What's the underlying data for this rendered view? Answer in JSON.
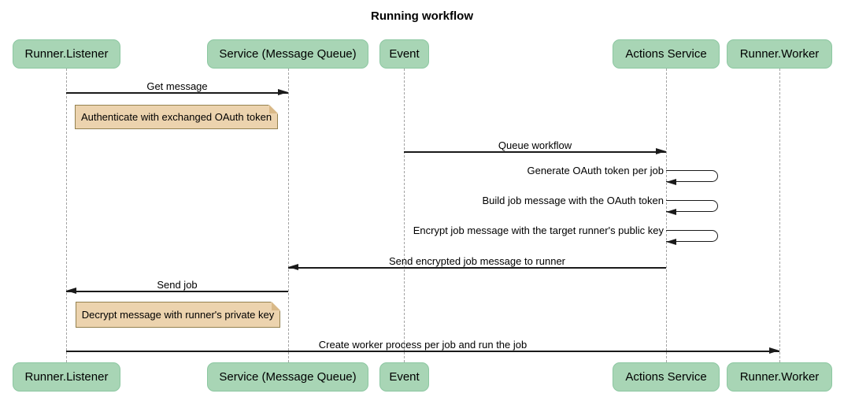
{
  "title": "Running workflow",
  "participants": [
    {
      "id": "runner-listener",
      "label": "Runner.Listener"
    },
    {
      "id": "service-message-queue",
      "label": "Service (Message Queue)"
    },
    {
      "id": "event",
      "label": "Event"
    },
    {
      "id": "actions-service",
      "label": "Actions Service"
    },
    {
      "id": "runner-worker",
      "label": "Runner.Worker"
    }
  ],
  "messages": [
    {
      "from": "Runner.Listener",
      "to": "Service (Message Queue)",
      "kind": "solid-arrow",
      "label": "Get message"
    },
    {
      "from": "Event",
      "to": "Actions Service",
      "kind": "solid-arrow",
      "label": "Queue workflow"
    },
    {
      "from": "Actions Service",
      "to": "Actions Service",
      "kind": "self-loop",
      "label": "Generate OAuth token per job"
    },
    {
      "from": "Actions Service",
      "to": "Actions Service",
      "kind": "self-loop",
      "label": "Build job message with the OAuth token"
    },
    {
      "from": "Actions Service",
      "to": "Actions Service",
      "kind": "self-loop",
      "label": "Encrypt job message with the target runner's public key"
    },
    {
      "from": "Actions Service",
      "to": "Service (Message Queue)",
      "kind": "solid-arrow",
      "label": "Send encrypted job message to runner"
    },
    {
      "from": "Service (Message Queue)",
      "to": "Runner.Listener",
      "kind": "solid-arrow",
      "label": "Send job"
    },
    {
      "from": "Runner.Listener",
      "to": "Runner.Worker",
      "kind": "solid-arrow",
      "label": "Create worker process per job and run the job"
    }
  ],
  "notes": [
    {
      "anchor": "Runner.Listener",
      "position": "right-of",
      "label": "Authenticate with exchanged OAuth token"
    },
    {
      "anchor": "Runner.Listener",
      "position": "right-of",
      "label": "Decrypt message with runner's private key"
    }
  ],
  "colors": {
    "actorFill": "#a8d5b5",
    "actorBorder": "#8cc7a1",
    "noteFill": "#ecd3ae",
    "noteBorder": "#94814f",
    "noteFold": "#d9b988",
    "line": "#1a1a1a",
    "lifeline": "#a3a3a3",
    "text": "#000000",
    "background": "#ffffff"
  }
}
